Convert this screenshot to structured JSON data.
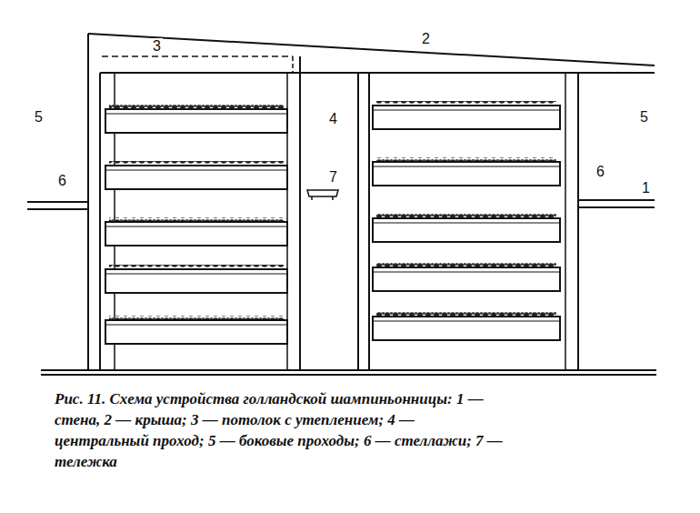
{
  "diagram": {
    "caption": "Рис. 11. Схема устройства голландской шампиньонницы: 1 — стена, 2 — крыша; 3 — потолок с утеплением; 4 — центральный проход; 5 — боковые проходы; 6 — стеллажи; 7 — тележка",
    "labels": [
      "3",
      "2",
      "5",
      "4",
      "5",
      "6",
      "7",
      "6",
      "1"
    ]
  }
}
